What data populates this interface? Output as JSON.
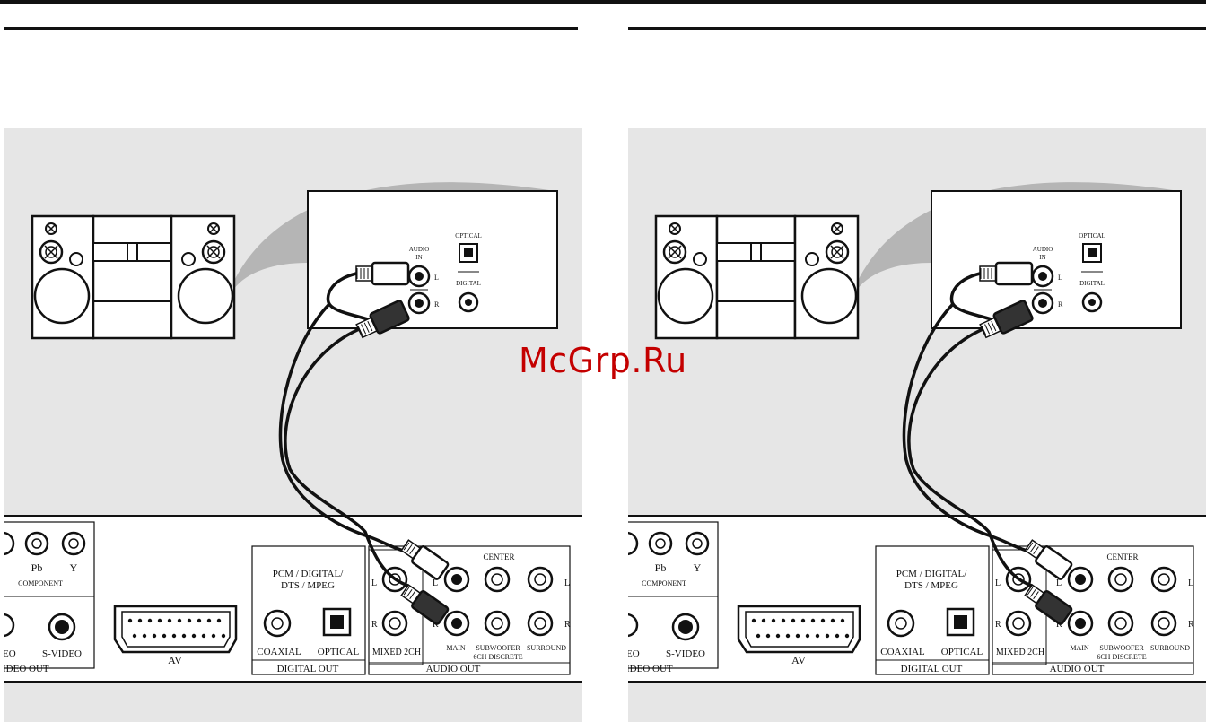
{
  "watermark": "McGrp.Ru",
  "stereo_panel": {
    "audio_in": [
      "AUDIO",
      "IN"
    ],
    "ch_l": "L",
    "ch_r": "R",
    "optical": "OPTICAL",
    "digital": "DIGITAL"
  },
  "player_panel": {
    "component_pb": "Pb",
    "component_y": "Y",
    "component": "COMPONENT",
    "svideo_partial": "EO",
    "svideo": "S-VIDEO",
    "video_out_partial": "IDEO OUT",
    "av": "AV",
    "pcm_line1": "PCM /  DIGITAL/",
    "pcm_line2": "DTS / MPEG",
    "coaxial": "COAXIAL",
    "optical": "OPTICAL",
    "digital_out": "DIGITAL OUT",
    "center": "CENTER",
    "l": "L",
    "r": "R",
    "mixed_2ch": "MIXED 2CH",
    "main": "MAIN",
    "subwoofer_line1": "SUBWOOFER",
    "subwoofer_line2": "6CH DISCRETE",
    "surround": "SURROUND",
    "audio_out": "AUDIO OUT"
  },
  "colors": {
    "background": "#e6e6e6",
    "ink": "#111111",
    "watermark": "#c40000",
    "wedge": "#b5b5b5"
  }
}
